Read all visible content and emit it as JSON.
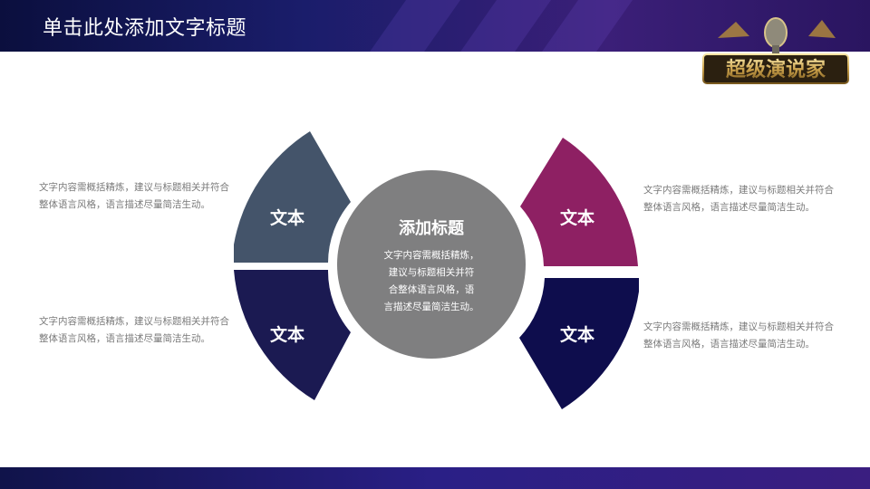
{
  "header": {
    "title": "单击此处添加文字标题"
  },
  "logo": {
    "text": "超级演说家"
  },
  "center": {
    "title": "添加标题",
    "lines": [
      "文字内容需概括精炼，",
      "建议与标题相关并符",
      "合整体语言风格，语",
      "言描述尽量简洁生动。"
    ]
  },
  "petals": [
    {
      "label": "文本",
      "color": "#44546a"
    },
    {
      "label": "文本",
      "color": "#1b1a52"
    },
    {
      "label": "文本",
      "color": "#8e2063"
    },
    {
      "label": "文本",
      "color": "#0e0d4d"
    }
  ],
  "notes": [
    {
      "text": "文字内容需概括精炼，建议与标题相关并符合整体语言风格，语言描述尽量简洁生动。"
    },
    {
      "text": "文字内容需概括精炼，建议与标题相关并符合整体语言风格，语言描述尽量简洁生动。"
    },
    {
      "text": "文字内容需概括精炼，建议与标题相关并符合整体语言风格，语言描述尽量简洁生动。"
    },
    {
      "text": "文字内容需概括精炼，建议与标题相关并符合整体语言风格，语言描述尽量简洁生动。"
    }
  ],
  "colors": {
    "header": "#1a1d6b",
    "footer": "#2a1f86",
    "center_circle": "#7f7f80"
  }
}
